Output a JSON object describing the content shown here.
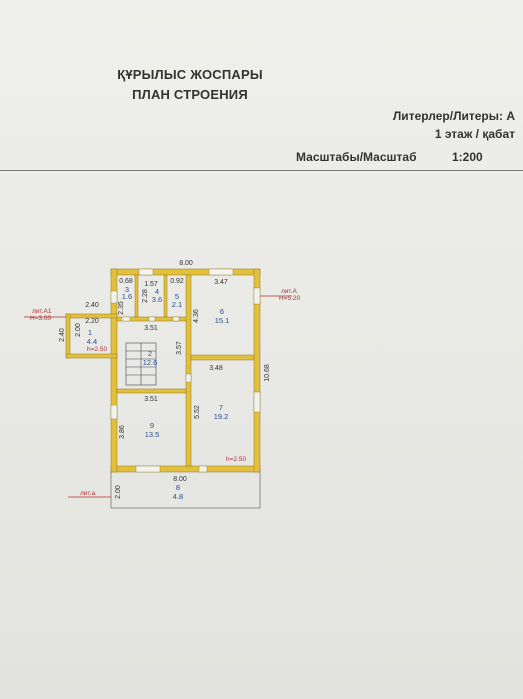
{
  "header": {
    "title_kz": "ҚҰРЫЛЫС ЖОСПАРЫ",
    "title_ru": "ПЛАН СТРОЕНИЯ",
    "litera": "Литерлер/Литеры: А",
    "floor": "1 этаж / қабат",
    "scale_label": "Масштабы/Масштаб",
    "scale_value": "1:200"
  },
  "colors": {
    "wall": "#e2bf3c",
    "wall_edge": "#8f7a1f",
    "room_text": "#2d4e9a",
    "marker": "#b03030"
  },
  "rooms": [
    {
      "no": "1",
      "area": "4.4"
    },
    {
      "no": "2",
      "area": "12.6"
    },
    {
      "no": "3",
      "area": "1.6"
    },
    {
      "no": "4",
      "area": "3.6"
    },
    {
      "no": "5",
      "area": "2.1"
    },
    {
      "no": "6",
      "area": "15.1"
    },
    {
      "no": "7",
      "area": "19.2"
    },
    {
      "no": "8",
      "area": "4.8"
    },
    {
      "no": "9",
      "area": "13.5"
    }
  ],
  "dimensions": {
    "overall_width": "8.00",
    "bottom_width": "8.00",
    "room3_width": "0.68",
    "room4_width": "1.57",
    "room5_width": "0.92",
    "room6_width": "3.47",
    "room4_height": "2.28",
    "room3_height": "2.35",
    "porch_top": "2.40",
    "porch_inner": "2.20",
    "porch_side": "2.40",
    "porch_depth": "2.00",
    "hall_width_top": "3.51",
    "hall_width_bottom": "3.51",
    "hall_height": "3.57",
    "room6_height": "4.36",
    "room7_width": "3.48",
    "room7_height": "5.52",
    "room9_height": "3.86",
    "overall_height": "10.68",
    "terrace_depth": "2.00"
  },
  "markers": {
    "lit_a1": "лит.А1",
    "lit_a1_height": "H=3.00",
    "lit_a": "лит.А",
    "lit_a_height": "H=5.20",
    "lit_a_small": "лит.а",
    "ceiling_porch": "h=2.50",
    "ceiling_main": "h=2.50"
  }
}
